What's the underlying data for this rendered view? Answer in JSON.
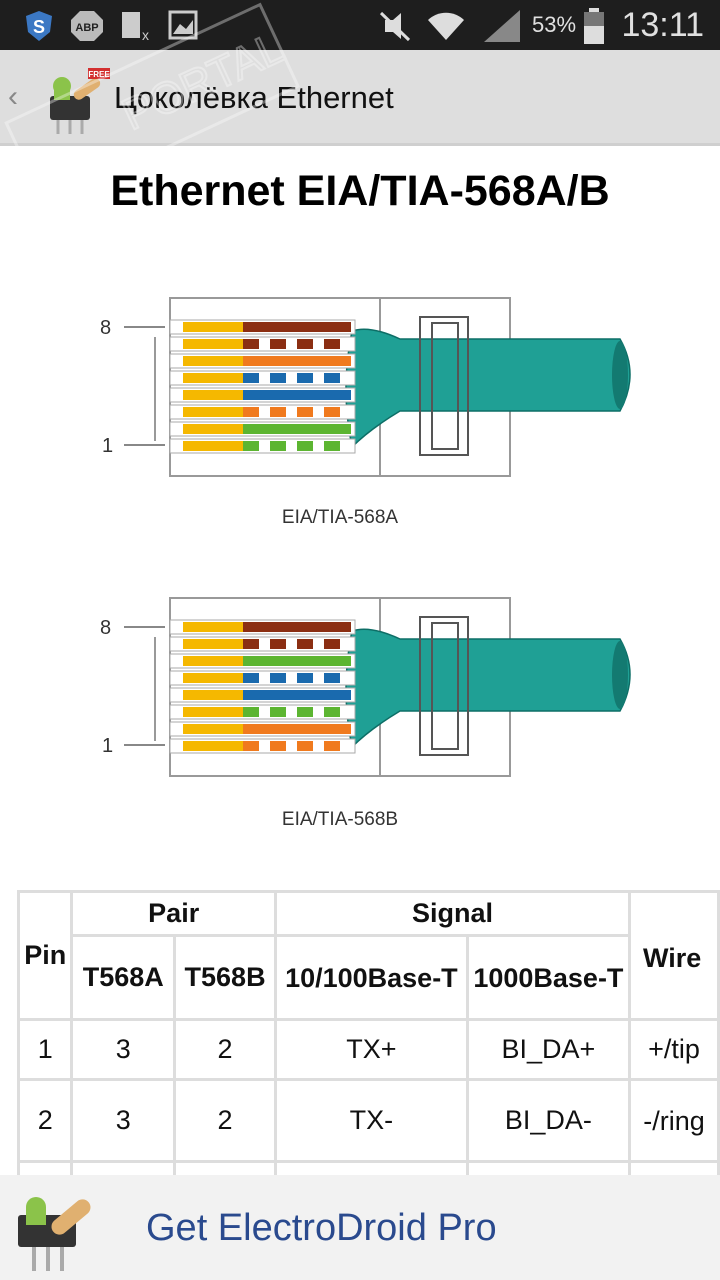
{
  "status_bar": {
    "battery": "53%",
    "time": "13:11",
    "icons": [
      "shield-icon",
      "adblock-icon",
      "sim-off-icon",
      "image-icon",
      "mute-icon",
      "wifi-icon",
      "signal-icon",
      "battery-icon"
    ],
    "adblock_label": "ABP"
  },
  "action_bar": {
    "title": "Цоколёвка Ethernet",
    "watermark": "PORTAL",
    "badge": "FREE"
  },
  "page": {
    "title": "Ethernet EIA/TIA-568A/B"
  },
  "diagrams": [
    {
      "caption": "EIA/TIA-568A",
      "pin_top": "8",
      "pin_bottom": "1",
      "wires_top_to_bottom": [
        "brown",
        "white-brown",
        "orange",
        "white-blue",
        "blue",
        "white-orange",
        "green",
        "white-green"
      ]
    },
    {
      "caption": "EIA/TIA-568B",
      "pin_top": "8",
      "pin_bottom": "1",
      "wires_top_to_bottom": [
        "brown",
        "white-brown",
        "green",
        "white-blue",
        "blue",
        "white-green",
        "orange",
        "white-orange"
      ]
    }
  ],
  "colors": {
    "brown": "#8b2e12",
    "orange": "#f07a1e",
    "blue": "#1a6aae",
    "green": "#5cb531",
    "gold": "#f5b800",
    "cable": "#1fa095",
    "link": "#2a4a8e"
  },
  "table": {
    "headers": {
      "pin": "Pin",
      "pair": "Pair",
      "signal": "Signal",
      "wire": "Wire",
      "t568a": "T568A",
      "t568b": "T568B",
      "base100": "10/100Base-T",
      "base1000": "1000Base-T"
    },
    "rows": [
      {
        "pin": "1",
        "a": "3",
        "b": "2",
        "s100": "TX+",
        "s1000": "BI_DA+",
        "wire": "+/tip"
      },
      {
        "pin": "2",
        "a": "3",
        "b": "2",
        "s100": "TX-",
        "s1000": "BI_DA-",
        "wire": "-/ring"
      }
    ]
  },
  "banner": {
    "text": "Get ElectroDroid Pro"
  }
}
